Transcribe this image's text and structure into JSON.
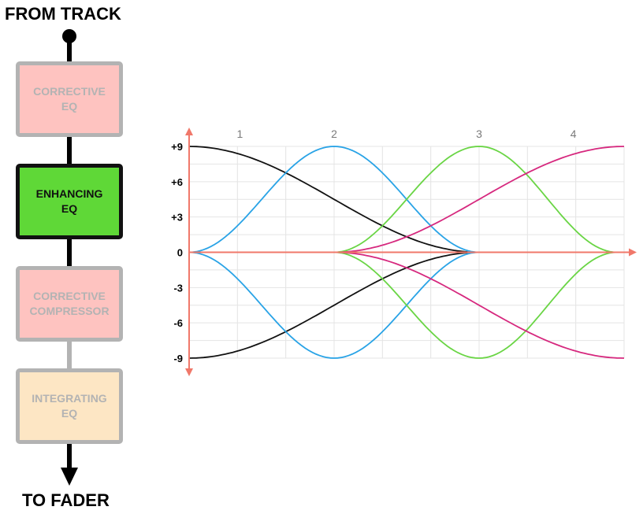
{
  "chain": {
    "input_label": "FROM TRACK",
    "output_label": "TO FADER",
    "stages": [
      {
        "line1": "CORRECTIVE",
        "line2": "EQ",
        "active": false,
        "fill": "#fec3c0"
      },
      {
        "line1": "ENHANCING",
        "line2": "EQ",
        "active": true,
        "fill": "#5fd837"
      },
      {
        "line1": "CORRECTIVE",
        "line2": "COMPRESSOR",
        "active": false,
        "fill": "#fec3c0"
      },
      {
        "line1": "INTEGRATING",
        "line2": "EQ",
        "active": false,
        "fill": "#fde6c4"
      }
    ],
    "colors": {
      "inactive_border": "#b3b3b3",
      "active_border": "#111111",
      "line": "#000000"
    }
  },
  "chart_data": {
    "type": "line",
    "y_ticks": [
      "+9",
      "+6",
      "+3",
      "0",
      "-3",
      "-6",
      "-9"
    ],
    "y_tick_values": [
      9,
      6,
      3,
      0,
      -3,
      -6,
      -9
    ],
    "ylim": [
      -9,
      9
    ],
    "x_markers": [
      {
        "label": "1",
        "x": 0.7
      },
      {
        "label": "2",
        "x": 2.0
      },
      {
        "label": "3",
        "x": 4.0
      },
      {
        "label": "4",
        "x": 5.3
      }
    ],
    "xlim": [
      0.0,
      6.0
    ],
    "grid": true,
    "colors": {
      "grid": "#e4e4e4",
      "axis": "#f0786a",
      "tick_text": "#000000",
      "marker_text": "#7a7a7a"
    },
    "series": [
      {
        "color": "#111111",
        "kind": "transition",
        "x_start": 0.0,
        "x_end": 4.0,
        "y_start": 9,
        "y_end": 0
      },
      {
        "color": "#111111",
        "kind": "transition",
        "x_start": 0.0,
        "x_end": 4.0,
        "y_start": -9,
        "y_end": 0
      },
      {
        "color": "#29a3e6",
        "kind": "bell",
        "x_start": 0.0,
        "x_center": 2.0,
        "x_end": 4.0,
        "peak": 9
      },
      {
        "color": "#29a3e6",
        "kind": "bell",
        "x_start": 0.0,
        "x_center": 2.0,
        "x_end": 4.0,
        "peak": -9
      },
      {
        "color": "#6ad545",
        "kind": "bell",
        "x_start": 2.0,
        "x_center": 4.0,
        "x_end": 5.9,
        "peak": 9
      },
      {
        "color": "#6ad545",
        "kind": "bell",
        "x_start": 2.0,
        "x_center": 4.0,
        "x_end": 5.9,
        "peak": -9
      },
      {
        "color": "#d6287e",
        "kind": "transition",
        "x_start": 2.0,
        "x_end": 6.0,
        "y_start": 0,
        "y_end": 9
      },
      {
        "color": "#d6287e",
        "kind": "transition",
        "x_start": 2.0,
        "x_end": 6.0,
        "y_start": 0,
        "y_end": -9
      }
    ]
  }
}
